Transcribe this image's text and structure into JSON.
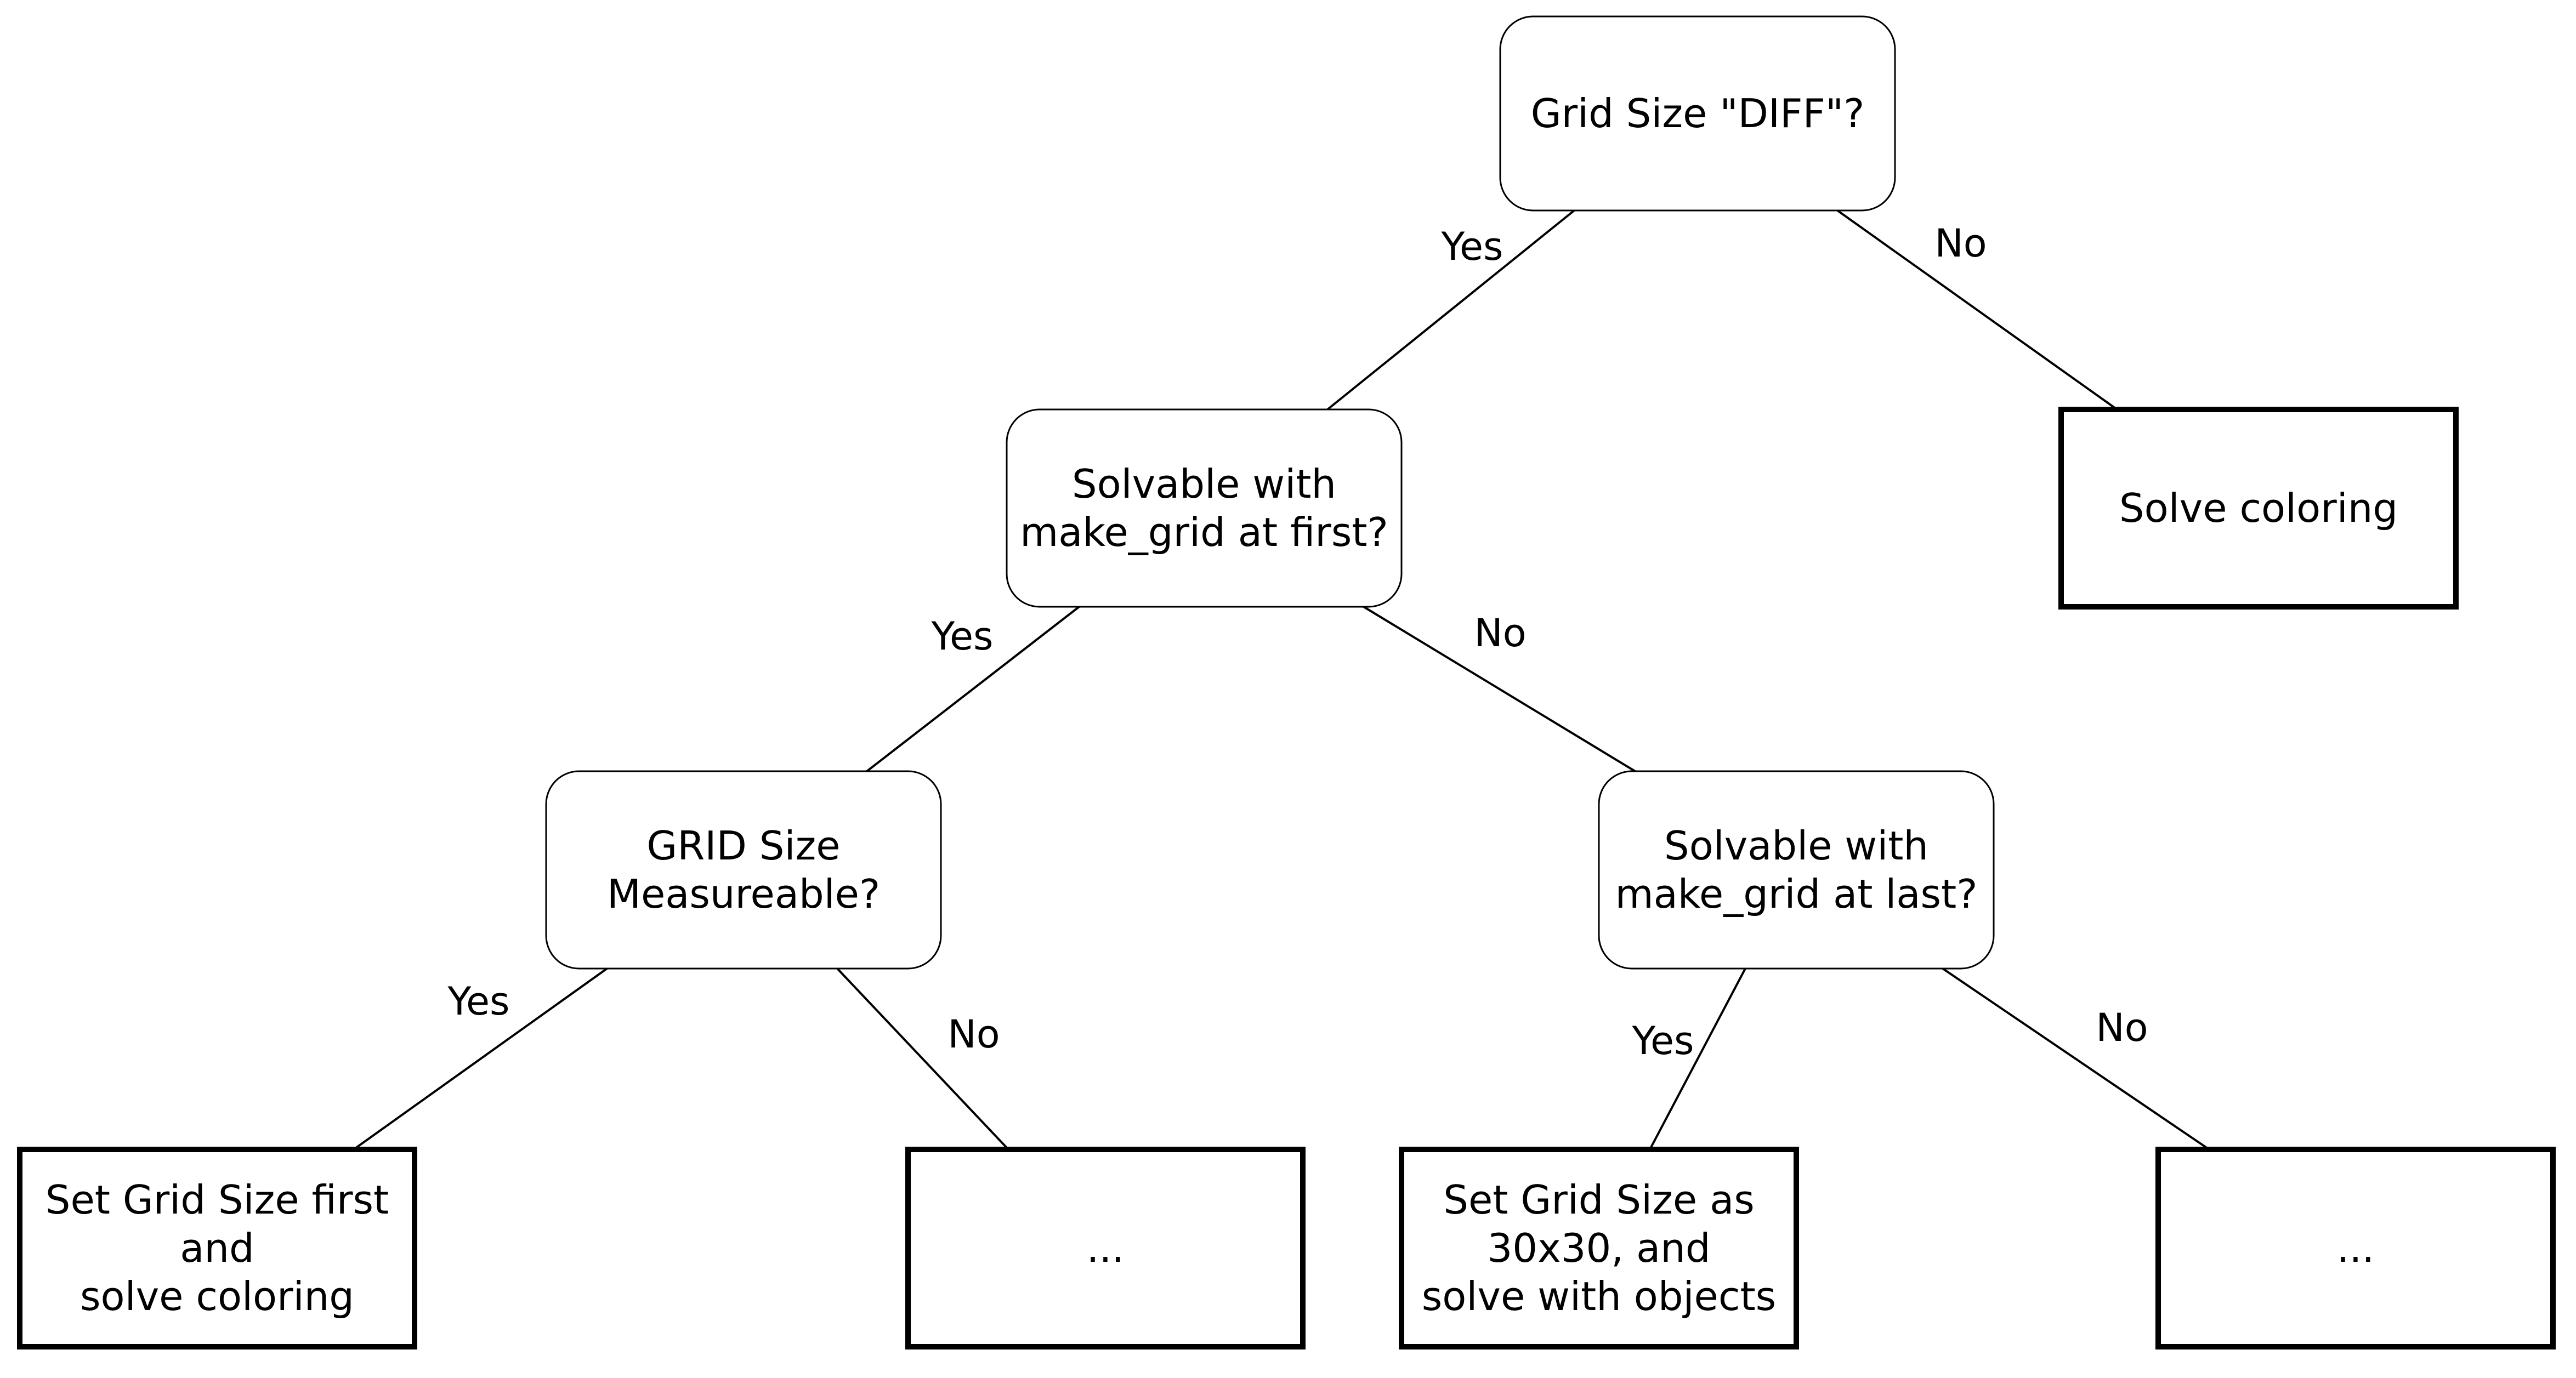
{
  "nodes": [
    {
      "id": "root",
      "kind": "decision",
      "lines": [
        "Grid Size \"DIFF\"?"
      ]
    },
    {
      "id": "solvable_first",
      "kind": "decision",
      "lines": [
        "Solvable with",
        "make_grid at first?"
      ]
    },
    {
      "id": "solve_coloring",
      "kind": "leaf",
      "lines": [
        "Solve coloring"
      ]
    },
    {
      "id": "grid_measureable",
      "kind": "decision",
      "lines": [
        "GRID Size",
        "Measureable?"
      ]
    },
    {
      "id": "solvable_last",
      "kind": "decision",
      "lines": [
        "Solvable with",
        "make_grid at last?"
      ]
    },
    {
      "id": "set_first",
      "kind": "leaf",
      "lines": [
        "Set Grid Size first",
        "and",
        "solve coloring"
      ]
    },
    {
      "id": "ellipsis_left",
      "kind": "leaf",
      "lines": [
        "..."
      ]
    },
    {
      "id": "set_30",
      "kind": "leaf",
      "lines": [
        "Set Grid Size as",
        "30x30, and",
        "solve with objects"
      ]
    },
    {
      "id": "ellipsis_right",
      "kind": "leaf",
      "lines": [
        "..."
      ]
    }
  ],
  "edges": [
    {
      "from": "root",
      "to": "solvable_first",
      "label": "Yes"
    },
    {
      "from": "root",
      "to": "solve_coloring",
      "label": "No"
    },
    {
      "from": "solvable_first",
      "to": "grid_measureable",
      "label": "Yes"
    },
    {
      "from": "solvable_first",
      "to": "solvable_last",
      "label": "No"
    },
    {
      "from": "grid_measureable",
      "to": "set_first",
      "label": "Yes"
    },
    {
      "from": "grid_measureable",
      "to": "ellipsis_left",
      "label": "No"
    },
    {
      "from": "solvable_last",
      "to": "set_30",
      "label": "Yes"
    },
    {
      "from": "solvable_last",
      "to": "ellipsis_right",
      "label": "No"
    }
  ],
  "colors": {
    "stroke": "#000000",
    "fill": "#ffffff",
    "text": "#000000"
  }
}
